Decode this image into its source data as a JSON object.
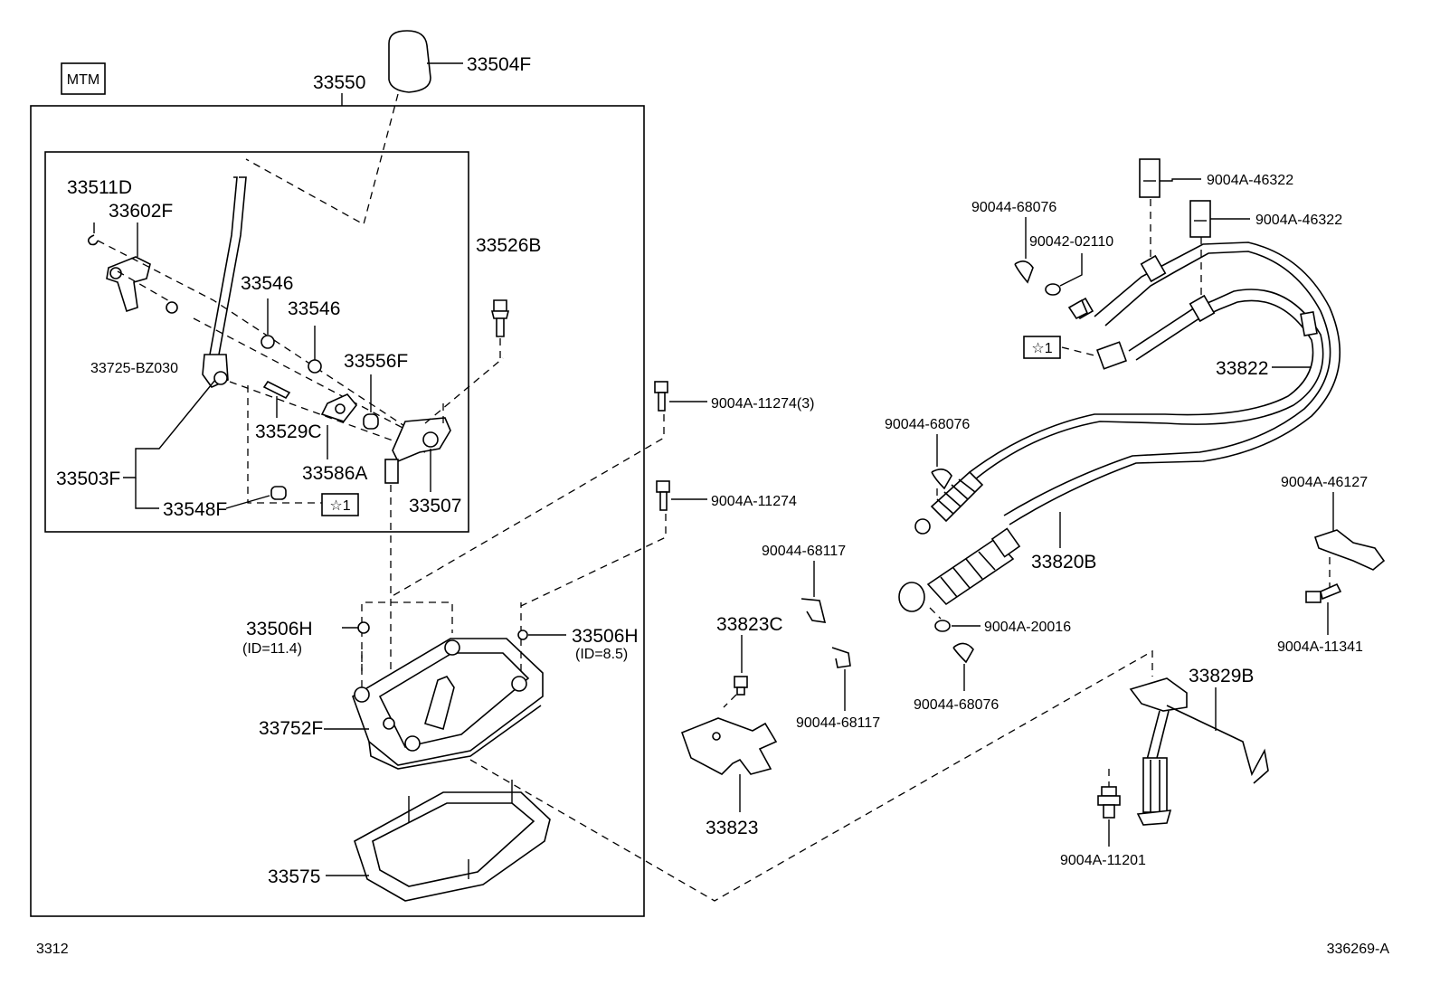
{
  "badge": "MTM",
  "ref_star": "☆1",
  "footer": {
    "left": "3312",
    "right": "336269-A"
  },
  "labels": {
    "p33504F": "33504F",
    "p33550": "33550",
    "p33511D": "33511D",
    "p33602F": "33602F",
    "p33526B": "33526B",
    "p33546a": "33546",
    "p33546b": "33546",
    "p33725": "33725-BZ030",
    "p33556F": "33556F",
    "p33529C": "33529C",
    "p33503F": "33503F",
    "p33586A": "33586A",
    "p33548F": "33548F",
    "p33507": "33507",
    "p33506H_l": "33506H",
    "p33506H_l_id": "(ID=11.4)",
    "p33506H_r": "33506H",
    "p33506H_r_id": "(ID=8.5)",
    "p33752F": "33752F",
    "p33575": "33575",
    "b11274_3": "9004A-11274(3)",
    "b11274": "9004A-11274",
    "c68117a": "90044-68117",
    "c68117b": "90044-68117",
    "p33823C": "33823C",
    "p33823": "33823",
    "c68076a": "90044-68076",
    "w02110": "90042-02110",
    "s46322a": "9004A-46322",
    "s46322b": "9004A-46322",
    "p33822": "33822",
    "c68076b": "90044-68076",
    "p33820B": "33820B",
    "w20016": "9004A-20016",
    "c68076c": "90044-68076",
    "s46127": "9004A-46127",
    "b11341": "9004A-11341",
    "p33829B": "33829B",
    "b11201": "9004A-11201"
  }
}
